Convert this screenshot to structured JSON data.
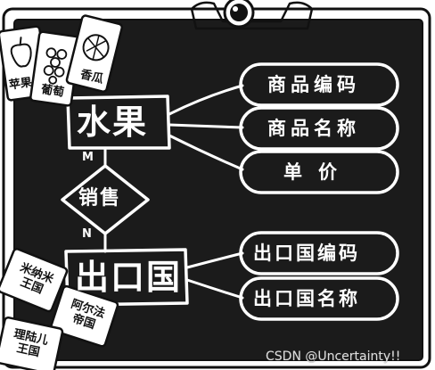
{
  "entity_fruit": {
    "label": "水果",
    "attributes": [
      "商品编码",
      "商品名称",
      "单价"
    ]
  },
  "relationship": {
    "label": "销售",
    "cardinality_top": "M",
    "cardinality_bottom": "N"
  },
  "entity_country": {
    "label": "出口国",
    "attributes": [
      "出口国编码",
      "出口国名称"
    ]
  },
  "fruit_cards": [
    "苹果",
    "葡萄",
    "香瓜"
  ],
  "country_cards": [
    "米纳米\n王国",
    "阿尔法\n帝国",
    "理陆儿\n王国"
  ],
  "watermark": "CSDN @Uncertainty!!",
  "colors": {
    "board": "#1b1b1b",
    "chalk": "#ffffff",
    "frame": "#ffffff"
  }
}
